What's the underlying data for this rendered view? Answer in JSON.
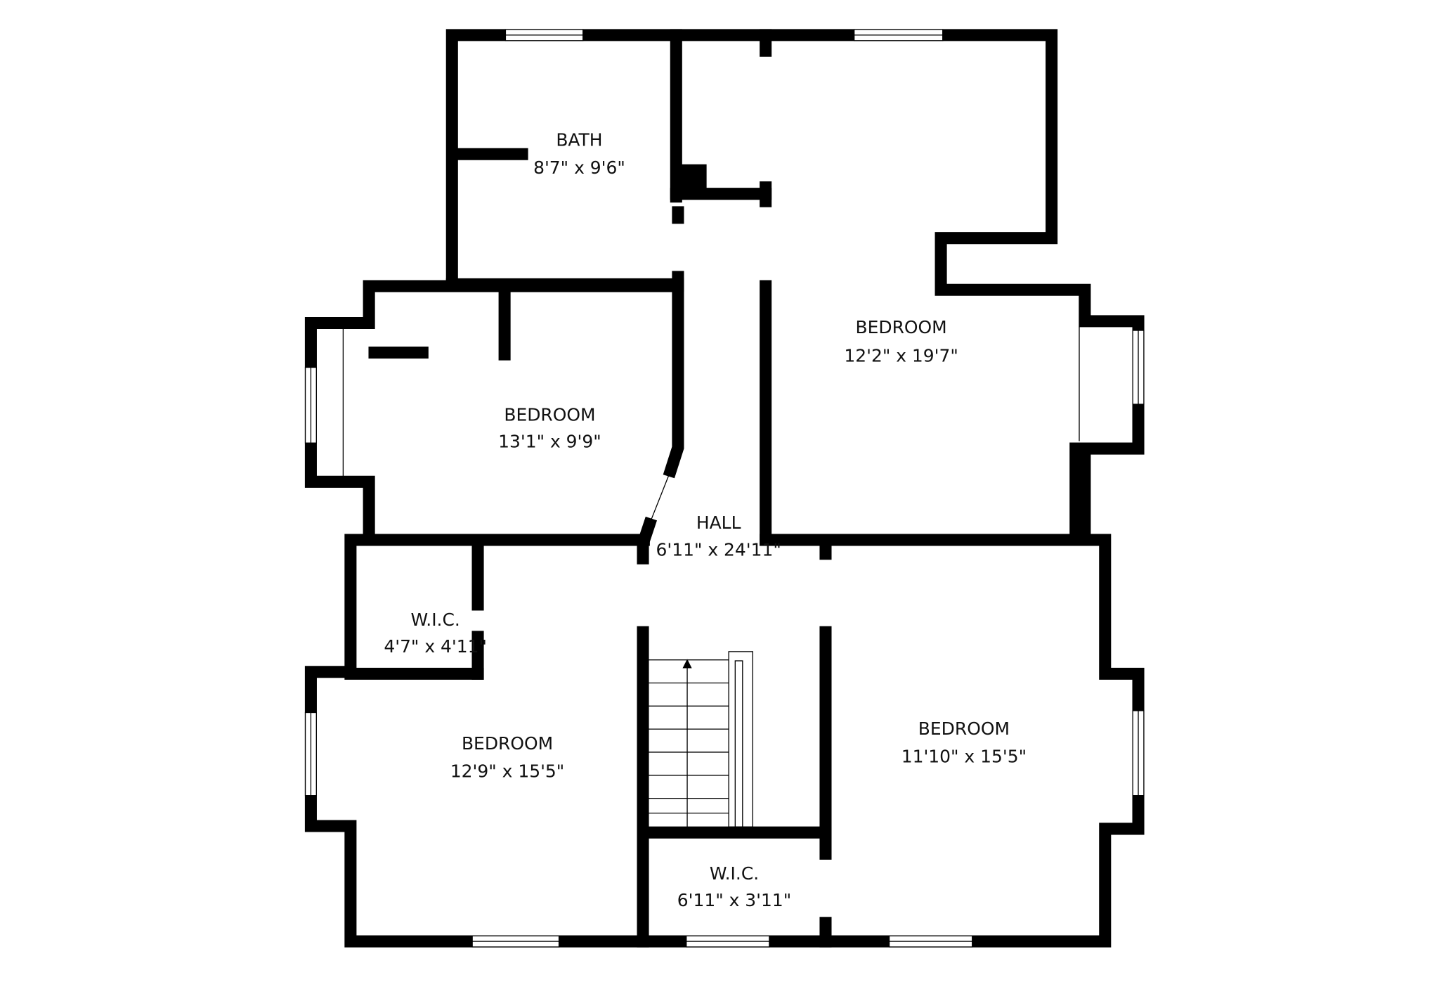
{
  "floorplan": {
    "rooms": [
      {
        "name": "BATH",
        "dimensions": "8'7\" x 9'6\""
      },
      {
        "name": "BEDROOM",
        "dimensions": "13'1\" x 9'9\""
      },
      {
        "name": "BEDROOM",
        "dimensions": "12'2\" x 19'7\""
      },
      {
        "name": "HALL",
        "dimensions": "6'11\" x 24'11\""
      },
      {
        "name": "W.I.C.",
        "dimensions": "4'7\" x 4'11\""
      },
      {
        "name": "BEDROOM",
        "dimensions": "12'9\" x 15'5\""
      },
      {
        "name": "BEDROOM",
        "dimensions": "11'10\" x 15'5\""
      },
      {
        "name": "W.I.C.",
        "dimensions": "6'11\" x 3'11\""
      }
    ]
  }
}
